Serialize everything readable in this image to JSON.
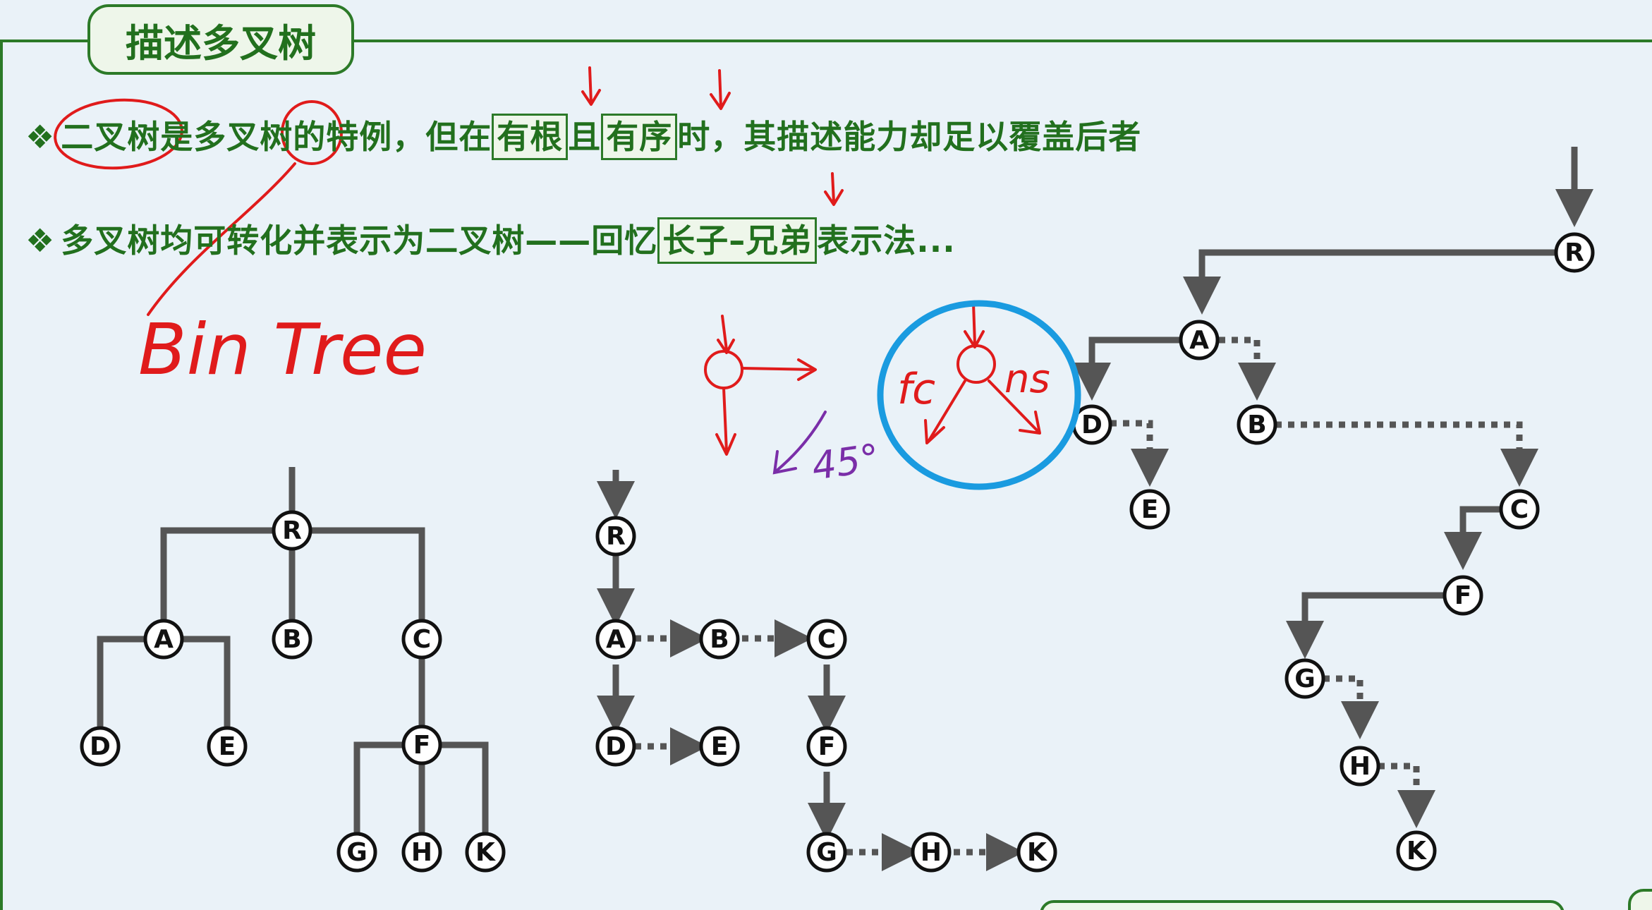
{
  "slide": {
    "title": "描述多叉树",
    "bullets": [
      {
        "mark": "❖",
        "segments": [
          {
            "text": "二叉树是多叉树的特例，但在",
            "boxed": false
          },
          {
            "text": "有根",
            "boxed": true
          },
          {
            "text": "且",
            "boxed": false
          },
          {
            "text": "有序",
            "boxed": true
          },
          {
            "text": "时，其描述能力却足以覆盖后者",
            "boxed": false
          }
        ]
      },
      {
        "mark": "❖",
        "segments": [
          {
            "text": "多叉树均可转化并表示为二叉树——回忆",
            "boxed": false
          },
          {
            "text": "长子–兄弟",
            "boxed": true
          },
          {
            "text": "表示法...",
            "boxed": false
          }
        ]
      }
    ]
  },
  "annotations": {
    "bintree": "Bin Tree",
    "fc": "fc",
    "ns": "ns",
    "angle": "45°"
  },
  "colors": {
    "green_text": "#22701e",
    "border_green": "#2c7a28",
    "edge_gray": "#555555",
    "ink_red": "#e01b1b",
    "ink_blue": "#1a9be0",
    "ink_purple": "#7a2ea8",
    "background": "#eaf2f8"
  },
  "trees": {
    "multiway": {
      "root": "R",
      "children": {
        "R": [
          "A",
          "B",
          "C"
        ],
        "A": [
          "D",
          "E"
        ],
        "C": [
          "F"
        ],
        "F": [
          "G",
          "H",
          "K"
        ]
      }
    },
    "first_child_next_sibling": {
      "first_child": [
        [
          "R",
          "A"
        ],
        [
          "A",
          "D"
        ],
        [
          "C",
          "F"
        ],
        [
          "F",
          "G"
        ]
      ],
      "next_sibling": [
        [
          "A",
          "B"
        ],
        [
          "B",
          "C"
        ],
        [
          "D",
          "E"
        ],
        [
          "G",
          "H"
        ],
        [
          "H",
          "K"
        ]
      ]
    },
    "binary_rotated": {
      "left": [
        [
          "R",
          "A"
        ],
        [
          "A",
          "D"
        ],
        [
          "C",
          "F"
        ],
        [
          "F",
          "G"
        ]
      ],
      "right": [
        [
          "A",
          "B"
        ],
        [
          "B",
          "C"
        ],
        [
          "D",
          "E"
        ],
        [
          "G",
          "H"
        ],
        [
          "H",
          "K"
        ]
      ]
    }
  }
}
